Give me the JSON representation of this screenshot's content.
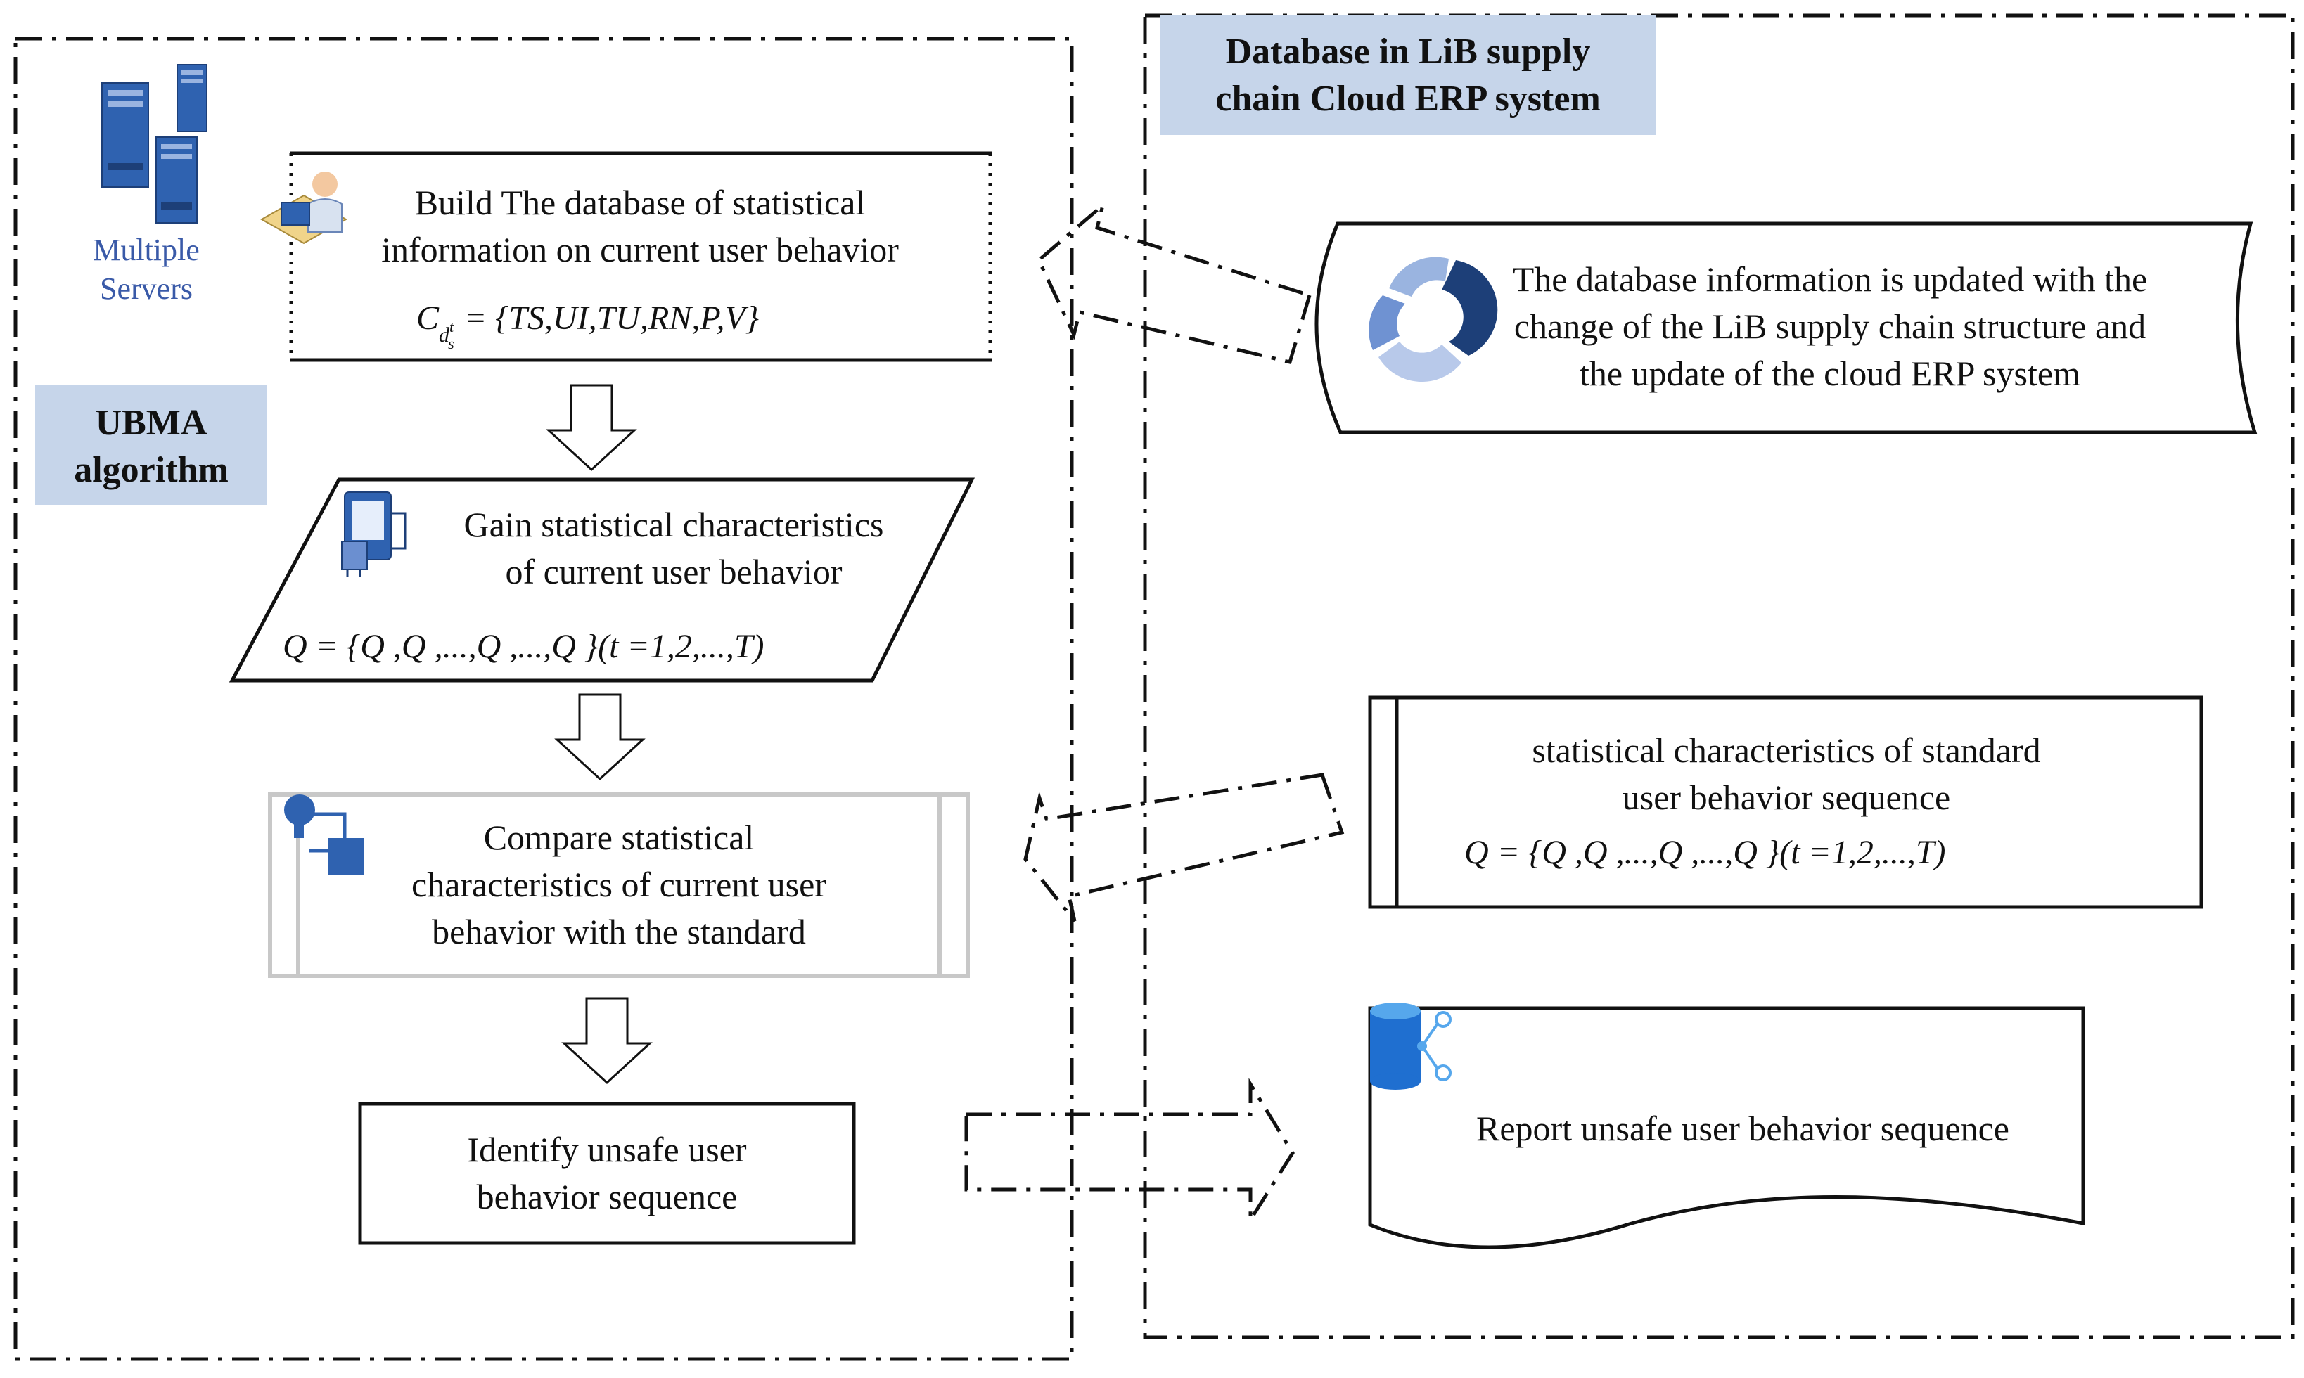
{
  "colors": {
    "label_fill": "#c6d5ea",
    "icon_blue": "#2f62b0",
    "icon_light": "#9ab4e0",
    "icon_dark": "#1d3f78",
    "gray_frame": "#c8c8c8"
  },
  "ubma": {
    "label": [
      "UBMA",
      "algorithm"
    ],
    "servers_label": [
      "Multiple",
      "Servers"
    ],
    "build": {
      "lines": [
        "Build The database of statistical",
        "information on current user behavior"
      ],
      "formula": "C = {TS,UI,TU,RN,P,V}",
      "formula_subscript": "d",
      "formula_sub_sup": "t",
      "formula_sub_sub": "s"
    },
    "gain": {
      "lines": [
        "Gain statistical characteristics",
        "of current user behavior"
      ],
      "formula": "Q = {Q ,Q ,...,Q ,...,Q }(t =1,2,...,T)"
    },
    "compare": {
      "lines": [
        "Compare statistical",
        "characteristics of current user",
        "behavior with the standard"
      ]
    },
    "identify": {
      "lines": [
        "Identify unsafe user",
        "behavior sequence"
      ]
    }
  },
  "database": {
    "label": [
      "Database in LiB supply",
      "chain Cloud ERP system"
    ],
    "update": {
      "lines": [
        "The database information is updated with the",
        "change of the LiB supply chain structure and",
        "the update of the cloud ERP system"
      ]
    },
    "standard": {
      "lines": [
        "statistical characteristics of standard",
        "user behavior sequence"
      ],
      "formula": "Q = {Q ,Q ,...,Q ,...,Q }(t =1,2,...,T)"
    },
    "report": {
      "lines": [
        "Report unsafe user behavior sequence"
      ]
    }
  }
}
